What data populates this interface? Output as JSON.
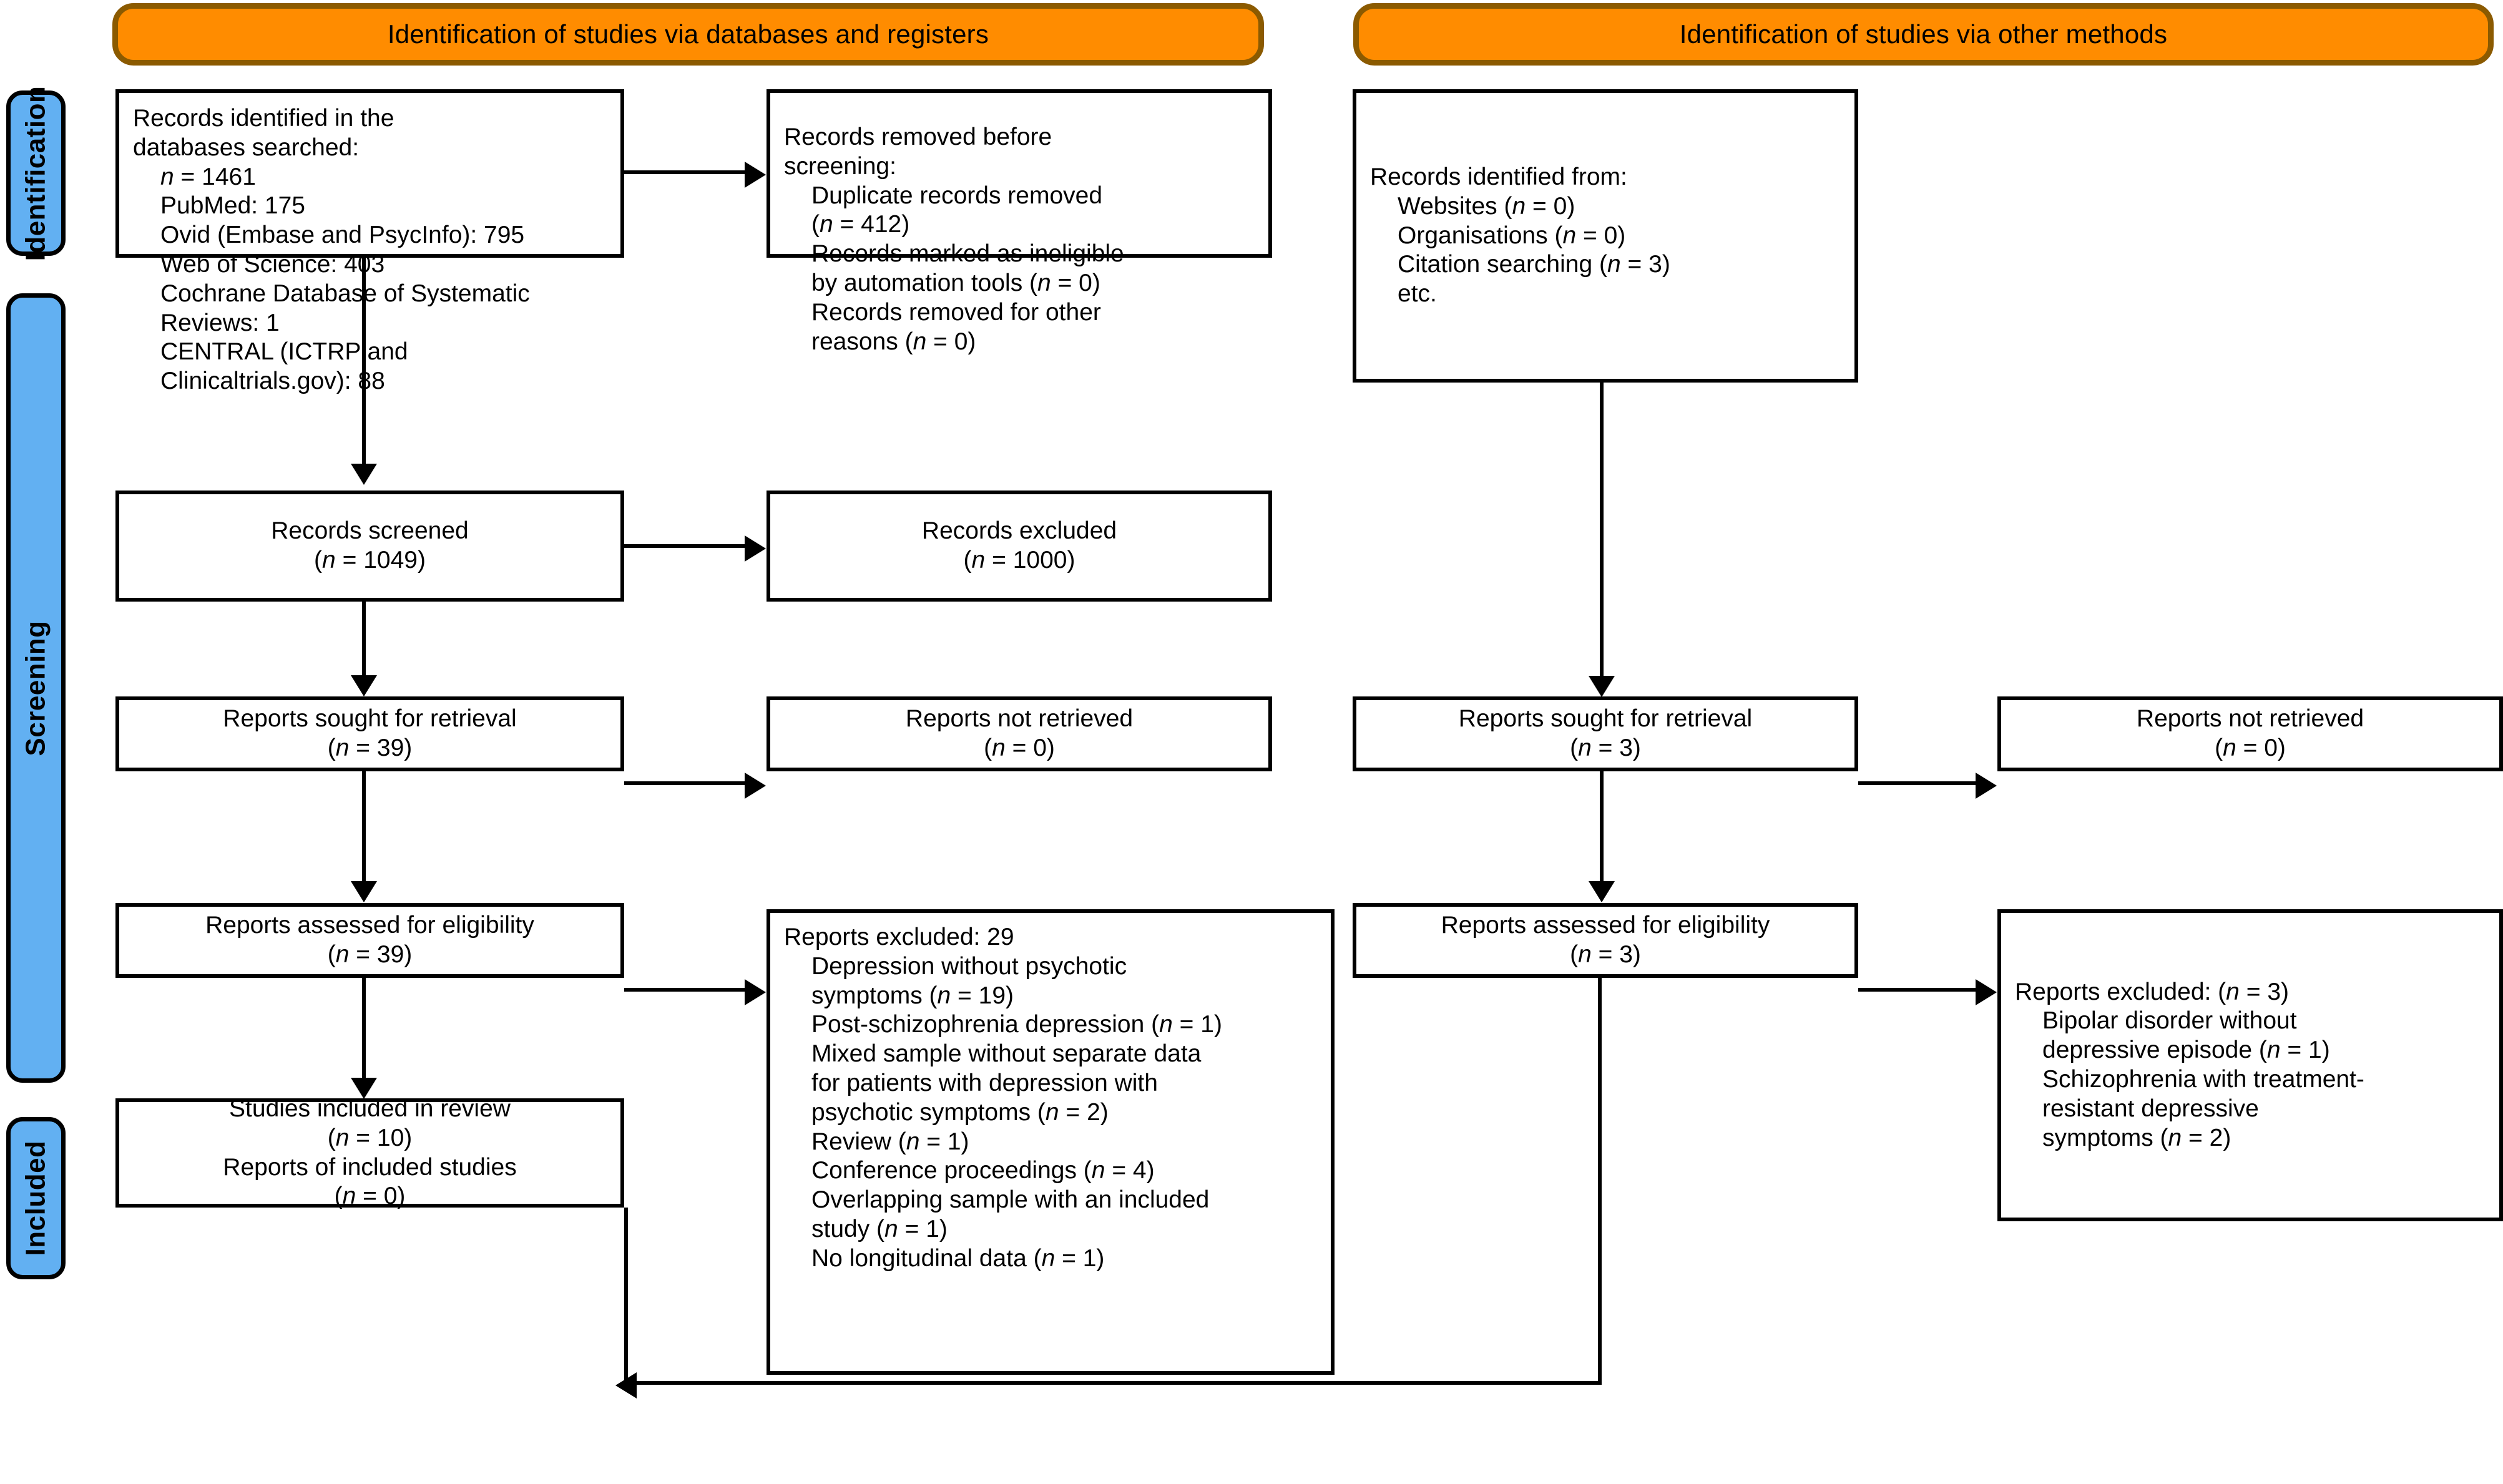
{
  "headers": {
    "databases": "Identification of studies via databases and registers",
    "other": "Identification of studies via other methods"
  },
  "stages": {
    "identification": "Identification",
    "screening": "Screening",
    "included": "Included"
  },
  "db_column": {
    "records_identified": {
      "title": "Records identified in the",
      "title2": "databases searched:",
      "total": "n = 1461",
      "sources": [
        "PubMed: 175",
        "Ovid (Embase and PsycInfo): 795",
        "Web of Science: 403",
        "Cochrane Database of Systematic",
        "Reviews: 1",
        "CENTRAL (ICTRP and",
        "Clinicaltrials.gov): 88"
      ]
    },
    "records_removed": {
      "title": "Records removed before",
      "title2": "screening:",
      "items": [
        "Duplicate records removed",
        "(n = 412)",
        "Records marked as ineligible",
        "by automation tools (n = 0)",
        "Records removed for other",
        "reasons (n = 0)"
      ]
    },
    "records_screened": {
      "label": "Records screened",
      "count": "(n = 1049)"
    },
    "records_excluded": {
      "label": "Records excluded",
      "count": "(n = 1000)"
    },
    "reports_sought": {
      "label": "Reports sought for retrieval",
      "count": "(n = 39)"
    },
    "reports_not_retrieved": {
      "label": "Reports not retrieved",
      "count": "(n = 0)"
    },
    "reports_assessed": {
      "label": "Reports assessed for eligibility",
      "count": "(n = 39)"
    },
    "reports_excluded": {
      "title": "Reports excluded: 29",
      "reasons": [
        "Depression without psychotic",
        "symptoms (n = 19)",
        "Post-schizophrenia depression (n = 1)",
        "Mixed sample without separate data",
        "for patients with depression with",
        "psychotic symptoms (n = 2)",
        "Review (n = 1)",
        "Conference proceedings (n = 4)",
        "Overlapping sample with an included",
        "study (n = 1)",
        "No longitudinal data (n = 1)"
      ]
    }
  },
  "other_column": {
    "records_identified": {
      "title": "Records identified from:",
      "items": [
        "Websites (n = 0)",
        "Organisations (n = 0)",
        "Citation searching (n = 3)",
        "etc."
      ]
    },
    "reports_sought": {
      "label": "Reports sought for retrieval",
      "count": "(n = 3)"
    },
    "reports_not_retrieved": {
      "label": "Reports not retrieved",
      "count": "(n = 0)"
    },
    "reports_assessed": {
      "label": "Reports assessed for eligibility",
      "count": "(n = 3)"
    },
    "reports_excluded": {
      "title": "Reports excluded: (n = 3)",
      "reasons": [
        "Bipolar disorder without",
        "depressive episode (n = 1)",
        "Schizophrenia with treatment-",
        "resistant depressive",
        "symptoms (n = 2)"
      ]
    }
  },
  "included_box": {
    "studies_label": "Studies included in review",
    "studies_count": "(n = 10)",
    "reports_label": "Reports of included studies",
    "reports_count": "(n = 0)"
  },
  "colors": {
    "header_fill": "#FF8C00",
    "header_border": "#8B5A00",
    "rail_fill": "#62B0F2",
    "box_border": "#000000"
  }
}
